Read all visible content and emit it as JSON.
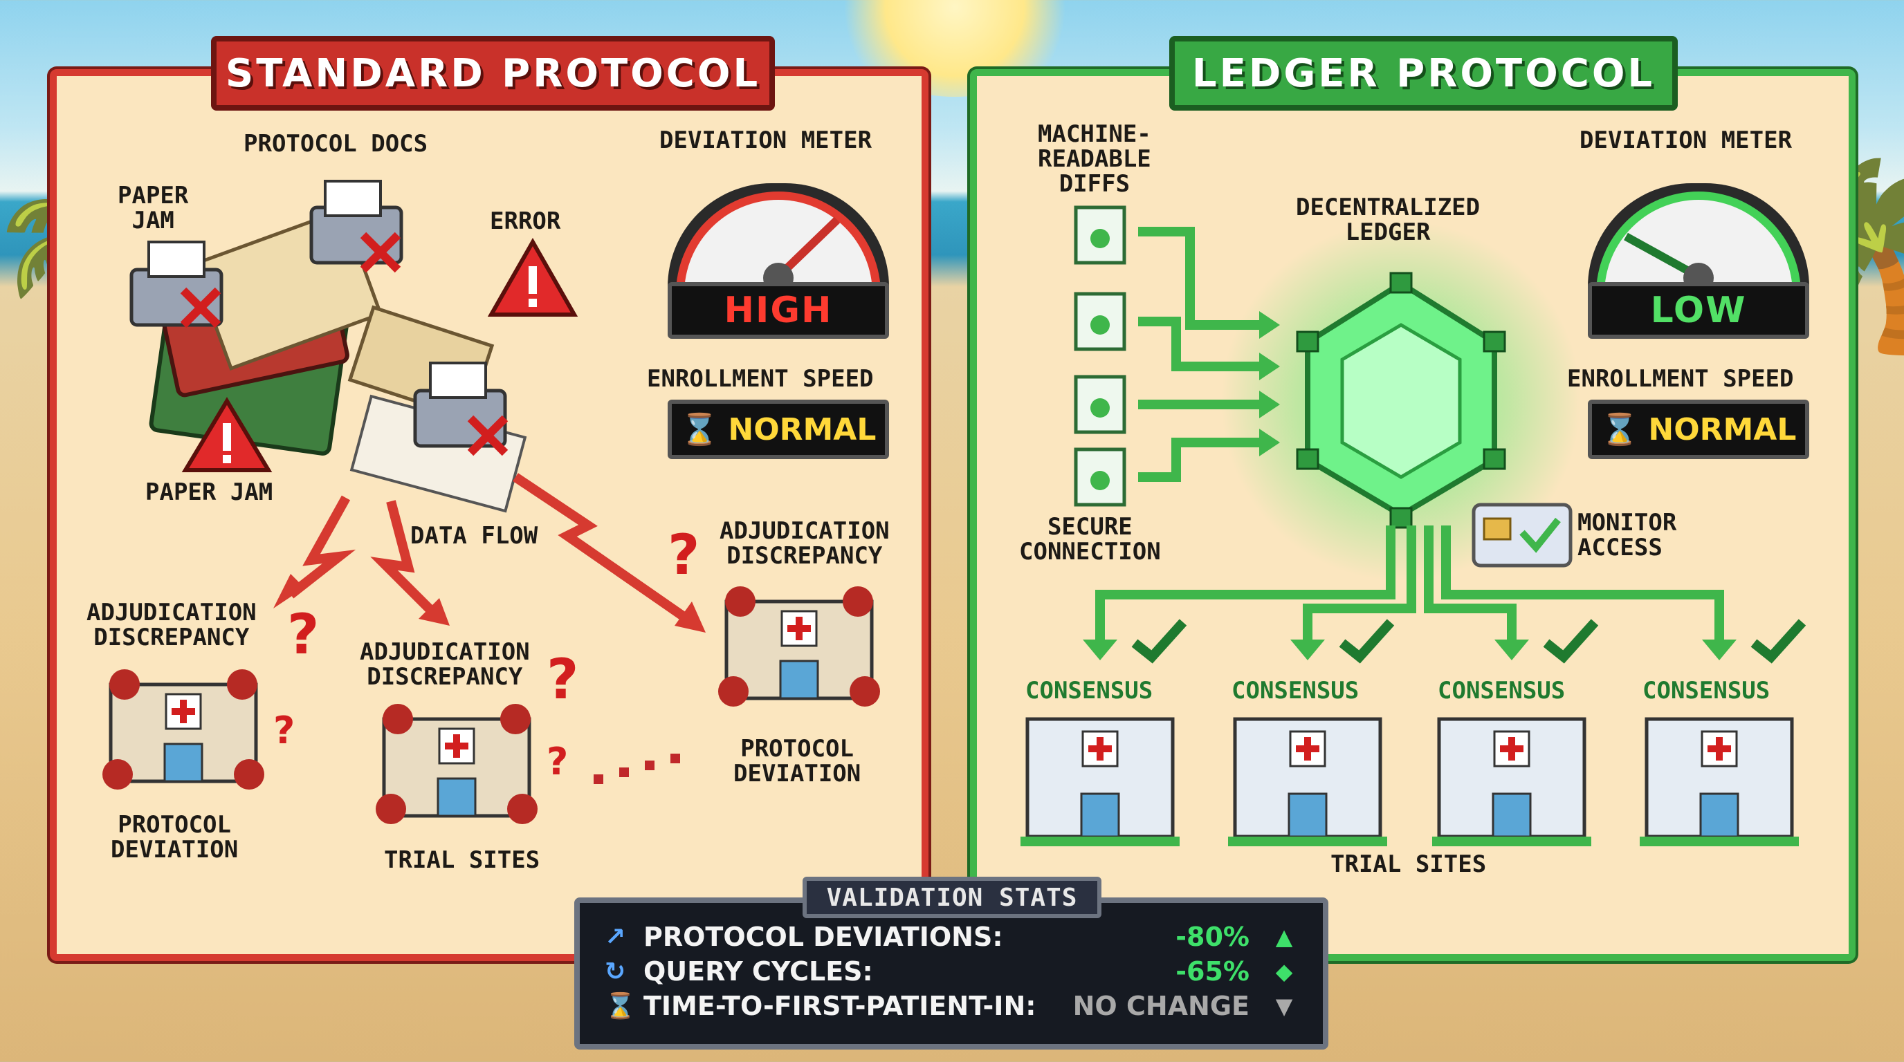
{
  "standard": {
    "banner": "STANDARD PROTOCOL",
    "labels": {
      "protocol_docs": "PROTOCOL DOCS",
      "paper_jam_top": "PAPER\nJAM",
      "error": "ERROR",
      "paper_jam_bottom": "PAPER JAM",
      "data_flow": "DATA FLOW",
      "adj_left": "ADJUDICATION\nDISCREPANCY",
      "adj_mid": "ADJUDICATION\nDISCREPANCY",
      "adj_right": "ADJUDICATION\nDISCREPANCY",
      "protocol_dev_left": "PROTOCOL\nDEVIATION",
      "protocol_dev_right": "PROTOCOL\nDEVIATION",
      "trial_sites": "TRIAL SITES"
    },
    "deviation_meter": {
      "label": "DEVIATION METER",
      "reading": "HIGH",
      "color": "#e23b30"
    },
    "enrollment_speed": {
      "label": "ENROLLMENT SPEED",
      "value": "NORMAL"
    }
  },
  "ledger": {
    "banner": "LEDGER PROTOCOL",
    "labels": {
      "diffs": "MACHINE-\nREADABLE\nDIFFS",
      "ledger": "DECENTRALIZED\nLEDGER",
      "secure": "SECURE\nCONNECTION",
      "monitor": "MONITOR\nACCESS",
      "trial_sites": "TRIAL SITES"
    },
    "consensus": [
      "CONSENSUS",
      "CONSENSUS",
      "CONSENSUS",
      "CONSENSUS"
    ],
    "deviation_meter": {
      "label": "DEVIATION METER",
      "reading": "LOW",
      "color": "#43d157"
    },
    "enrollment_speed": {
      "label": "ENROLLMENT SPEED",
      "value": "NORMAL"
    }
  },
  "stats": {
    "title": "VALIDATION STATS",
    "rows": [
      {
        "icon": "trend-icon",
        "label": "PROTOCOL DEVIATIONS:",
        "value": "-80%",
        "trend": "up-arrow"
      },
      {
        "icon": "cycle-icon",
        "label": "QUERY CYCLES:",
        "value": "-65%",
        "trend": "up-down-arrow"
      },
      {
        "icon": "hourglass-icon",
        "label": "TIME-TO-FIRST-PATIENT-IN:",
        "value": "NO CHANGE",
        "trend": "down-arrow"
      }
    ]
  },
  "colors": {
    "std": "#d63a30",
    "ledger": "#3fb64b",
    "panel": "#fbe6bf"
  }
}
